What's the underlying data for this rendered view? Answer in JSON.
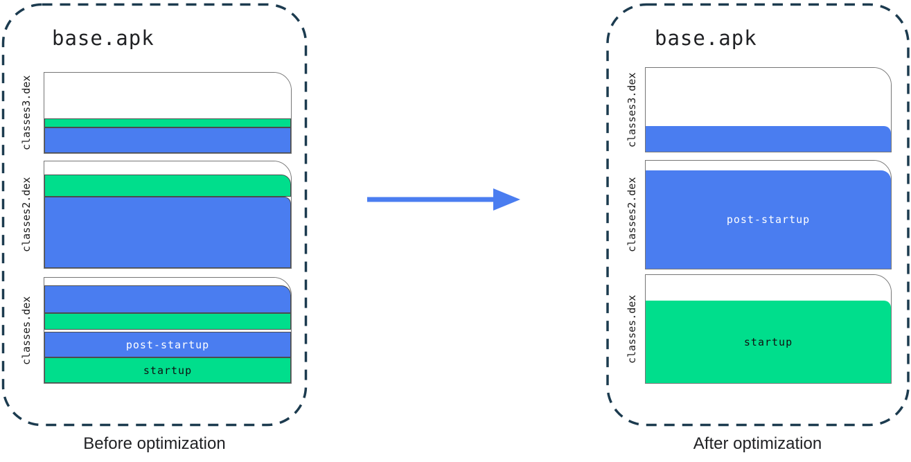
{
  "colors": {
    "startup_green": "#00DE8C",
    "post_startup_blue": "#4A7DF0",
    "arrow_blue": "#4A7DF0",
    "container_outline": "#1C3B4F",
    "page_outline": "#757575"
  },
  "panels": {
    "before": {
      "apk_title": "base.apk",
      "caption": "Before optimization",
      "file_labels": [
        "classes3.dex",
        "classes2.dex",
        "classes.dex"
      ],
      "seg_labels": {
        "post_startup": "post-startup",
        "startup": "startup"
      }
    },
    "after": {
      "apk_title": "base.apk",
      "caption": "After optimization",
      "file_labels": [
        "classes3.dex",
        "classes2.dex",
        "classes.dex"
      ],
      "seg_labels": {
        "post_startup": "post-startup",
        "startup": "startup"
      }
    }
  }
}
